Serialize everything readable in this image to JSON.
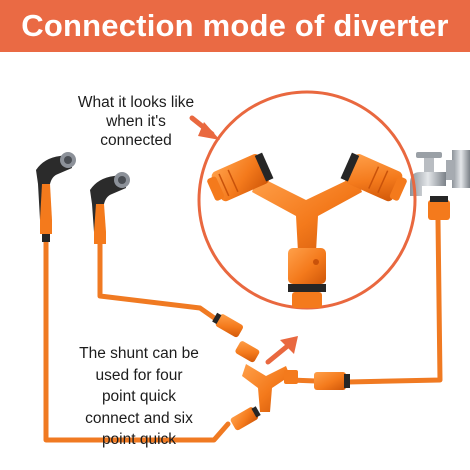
{
  "banner": {
    "title": "Connection mode of diverter",
    "color": "#ea6a44"
  },
  "captions": {
    "top_lines": [
      "What it looks like",
      "when it's",
      "connected"
    ],
    "bottom_lines": [
      "The shunt can be",
      "used for four",
      "point quick",
      "connect and six",
      "point quick"
    ]
  },
  "colors": {
    "accent": "#e9683f",
    "hose": "#f07a22",
    "fitting": "#f47a1c",
    "fitting_dark": "#c9520a",
    "connector_black": "#262626",
    "metal": "#c9cdd2"
  },
  "icons": [
    "spray-gun-icon",
    "spray-gun-icon",
    "faucet-icon",
    "y-diverter-icon",
    "arrow-icon",
    "arrow-icon"
  ]
}
